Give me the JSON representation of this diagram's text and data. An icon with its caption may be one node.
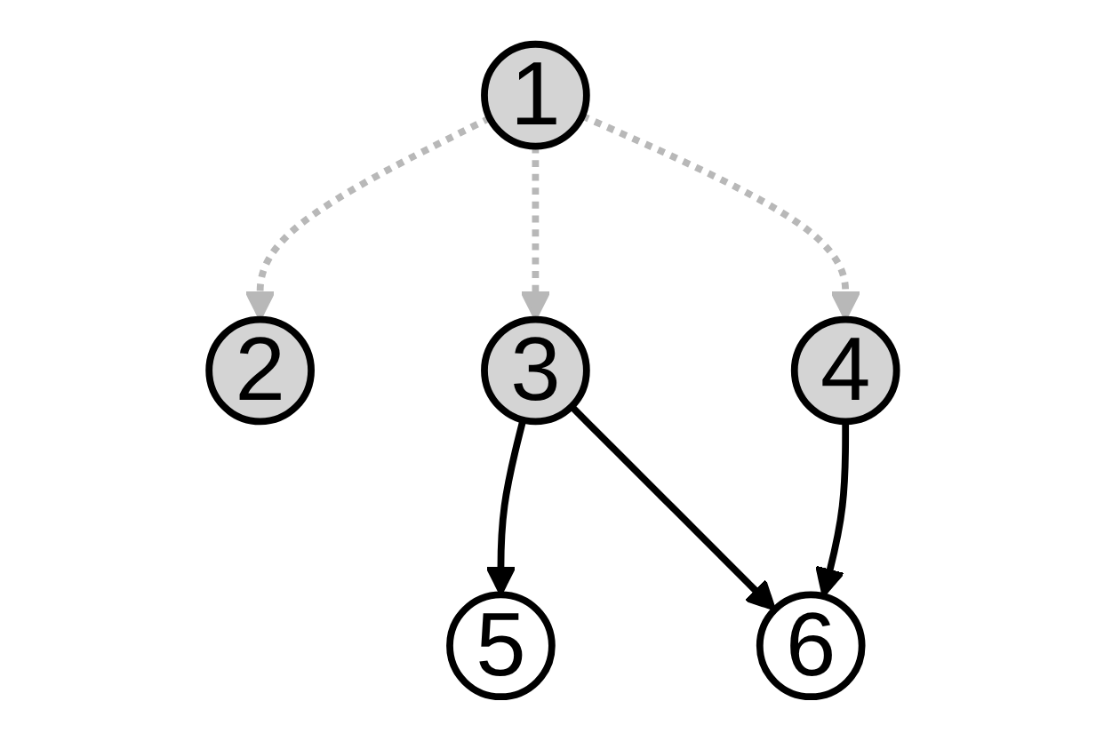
{
  "diagram": {
    "nodes": [
      {
        "text": [
          "1"
        ]
      },
      {
        "text": [
          "2"
        ]
      },
      {
        "text": [
          "3"
        ]
      },
      {
        "text": [
          "4"
        ]
      },
      {
        "text": [
          "5"
        ]
      },
      {
        "text": [
          "6"
        ]
      }
    ],
    "edges": [
      {
        "from": 0,
        "to": 1,
        "arrow": "to",
        "style": "dashed",
        "color": "#b8b8b8"
      },
      {
        "from": 0,
        "to": 2,
        "arrow": "to",
        "style": "dashed",
        "color": "#b8b8b8"
      },
      {
        "from": 0,
        "to": 3,
        "arrow": "to",
        "style": "dashed",
        "color": "#b8b8b8"
      },
      {
        "from": 2,
        "to": 4,
        "arrow": "to",
        "color": "#000000"
      },
      {
        "from": 2,
        "to": 5,
        "arrow": "to",
        "color": "#000000"
      },
      {
        "from": 3,
        "to": 5,
        "arrow": "to",
        "color": "#000000"
      }
    ]
  }
}
